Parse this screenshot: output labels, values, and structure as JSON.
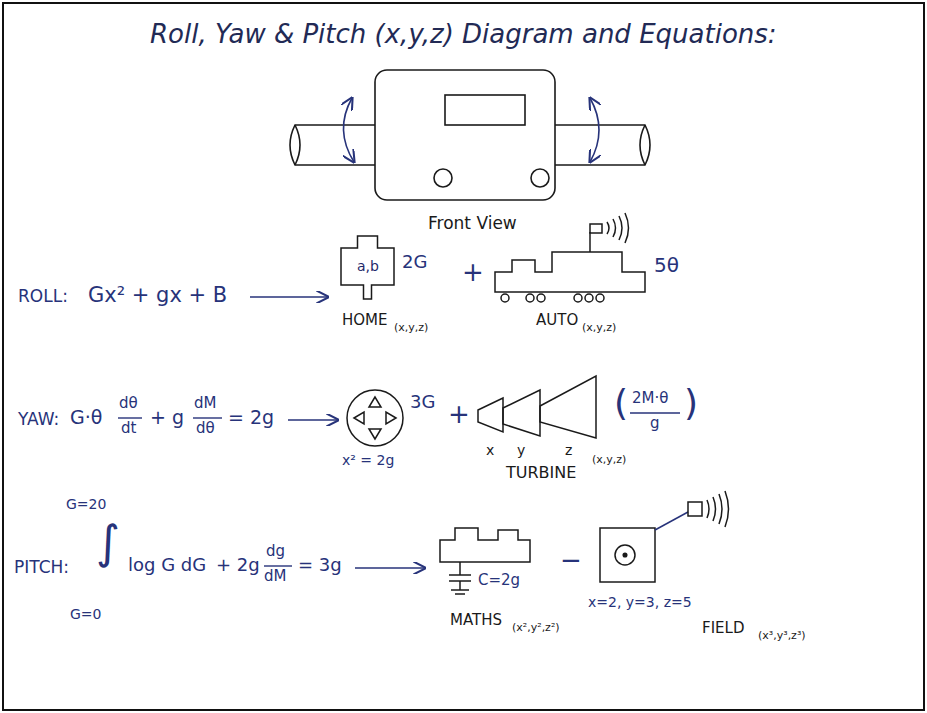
{
  "diagram": {
    "title": "Roll, Yaw & Pitch (x,y,z) Diagram and Equations:",
    "nodes": [
      {
        "text": [
          "a,b"
        ]
      }
    ],
    "labels": [
      "Front View",
      "ROLL:",
      "Gx² + gx + B",
      "2G",
      "+",
      "5θ",
      "HOME",
      "(x,y,z)",
      "AUTO",
      "(x,y,z)",
      "YAW:",
      "G·θ",
      "dθ",
      "dt",
      "+ g",
      "dM",
      "dθ",
      "= 2g",
      "3G",
      "+",
      "x² = 2g",
      "x",
      "y",
      "z",
      "(",
      "2M·θ",
      "g",
      ")",
      "TURBINE",
      "(x,y,z)",
      "G=20",
      "PITCH:",
      "∫",
      "log G dG",
      "G=0",
      "+ 2g",
      "dg",
      "dM",
      "= 3g",
      "C=2g",
      "MATHS",
      "(x²,y²,z²)",
      "−",
      "x=2, y=3, z=5",
      "FIELD",
      "(x³,y³,z³)"
    ]
  }
}
